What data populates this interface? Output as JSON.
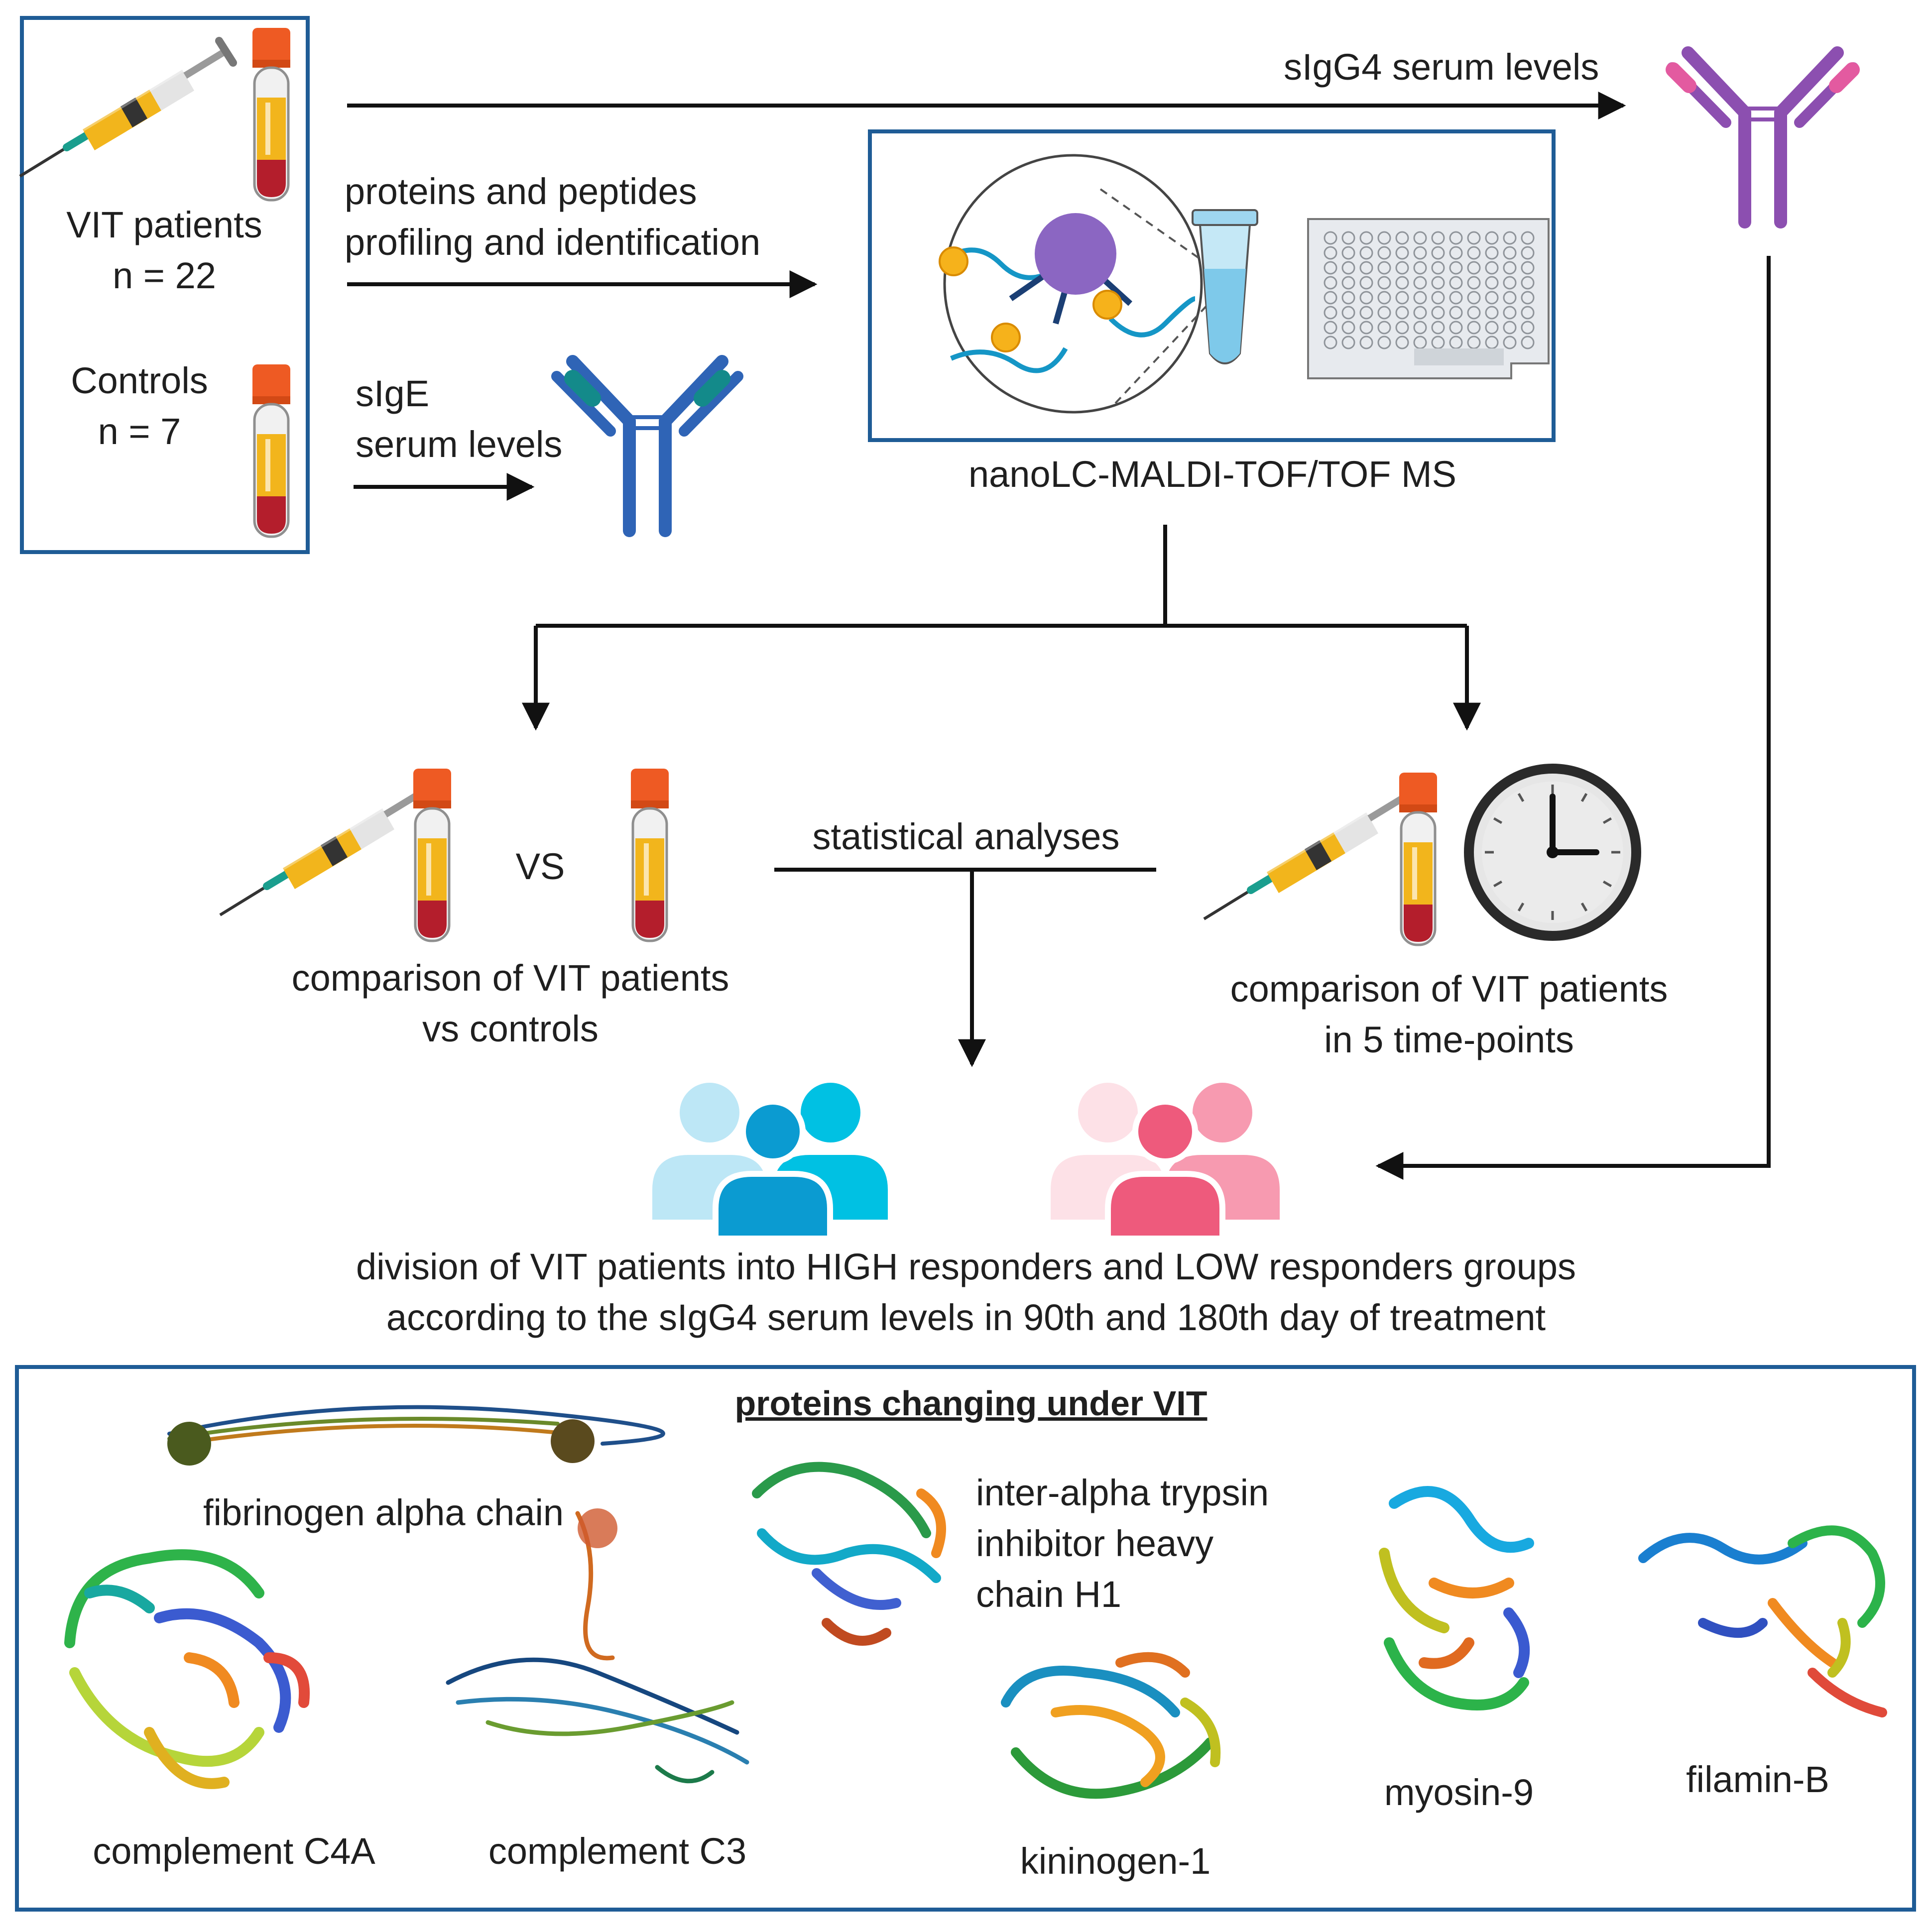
{
  "colors": {
    "frame": "#1f5c96",
    "arrow": "#111111",
    "tube_cap": "#ee5a23",
    "serum": "#f2b51c",
    "blood": "#b41e2c",
    "igg4": "#8c4fb0",
    "igg4_tip": "#e35aa0",
    "ige": "#2f64b6",
    "ige_tip": "#138a8a",
    "high_group": "#0c98cc",
    "low_group": "#ef5a7e"
  },
  "cohort": {
    "vit_label": "VIT patients",
    "vit_n": "n = 22",
    "ctrl_label": "Controls",
    "ctrl_n": "n = 7"
  },
  "flow": {
    "sigg4_label": "sIgG4 serum levels",
    "profiling_line1": "proteins and peptides",
    "profiling_line2": "profiling and identification",
    "sige_line1": "sIgE",
    "sige_line2": "serum levels",
    "ms_label": "nanoLC-MALDI-TOF/TOF MS",
    "vs_label": "VS",
    "compare_controls_line1": "comparison of VIT patients",
    "compare_controls_line2": "vs controls",
    "statistics_label": "statistical analyses",
    "compare_time_line1": "comparison of VIT patients",
    "compare_time_line2": "in 5 time-points",
    "division_line1": "division of VIT patients into HIGH responders and LOW responders groups",
    "division_line2": "according to the sIgG4 serum levels in 90th and 180th day of treatment"
  },
  "proteins": {
    "title": "proteins changing under VIT",
    "fibrinogen": "fibrinogen alpha chain",
    "c4a": "complement C4A",
    "c3": "complement C3",
    "itih1_line1": "inter-alpha trypsin",
    "itih1_line2": "inhibitor heavy",
    "itih1_line3": "chain H1",
    "kininogen": "kininogen-1",
    "myosin": "myosin-9",
    "filamin": "filamin-B"
  }
}
